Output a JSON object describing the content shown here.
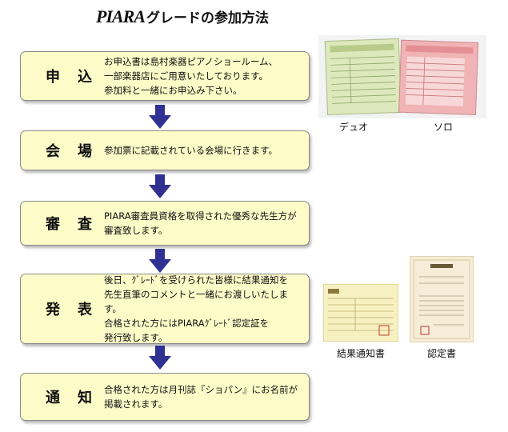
{
  "title": {
    "logo": "PIARA",
    "text": "グレードの参加方法"
  },
  "steps": [
    {
      "label": "申　込",
      "desc": "お申込書は島村楽器ピアノショールーム、\n一部楽器店にご用意いたしております。\n参加料と一緒にお申込み下さい。"
    },
    {
      "label": "会　場",
      "desc": "参加票に記載されている会場に行きます。"
    },
    {
      "label": "審　査",
      "desc": "PIARA審査員資格を取得された優秀な先生方が\n審査致します。"
    },
    {
      "label": "発　表",
      "desc": "後日、ｸﾞﾚｰﾄﾞを受けられた皆様に結果通知を\n先生直筆のコメントと一緒にお渡しいたします。\n合格された方にはPIARAｸﾞﾚｰﾄﾞ認定証を\n発行致します。"
    },
    {
      "label": "通　知",
      "desc": "合格された方は月刊誌『ショパン』にお名前が\n掲載されます。"
    }
  ],
  "captions": {
    "duo": "デュオ",
    "solo": "ソロ",
    "result": "結果通知書",
    "cert": "認定書"
  },
  "colors": {
    "box_fill": "#fdfcc8",
    "arrow": "#2e3192",
    "duo_form": "#dde9bc",
    "solo_form": "#f0b3b6"
  }
}
